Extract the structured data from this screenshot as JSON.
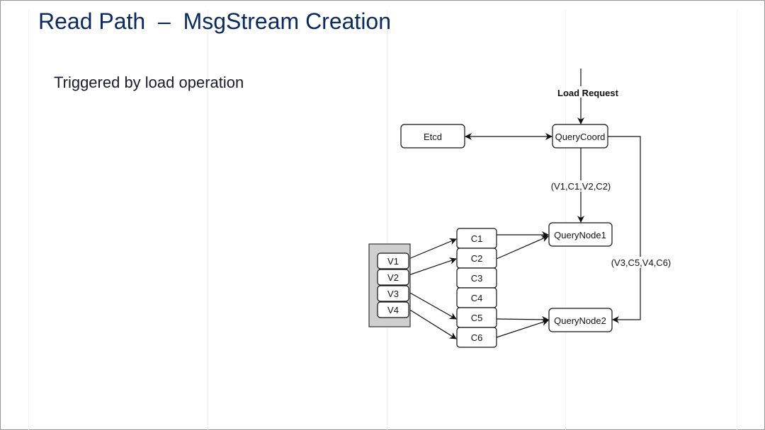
{
  "slide": {
    "title": "Read Path  –  MsgStream Creation",
    "subtitle": "Triggered by load operation"
  },
  "diagram": {
    "load_request": "Load Request",
    "etcd": "Etcd",
    "query_coord": "QueryCoord",
    "query_node1": "QueryNode1",
    "query_node2": "QueryNode2",
    "label_node1": "(V1,C1,V2,C2)",
    "label_node2": "(V3,C5,V4,C6)",
    "vchannels": [
      "V1",
      "V2",
      "V3",
      "V4"
    ],
    "channels": [
      "C1",
      "C2",
      "C3",
      "C4",
      "C5",
      "C6"
    ]
  }
}
